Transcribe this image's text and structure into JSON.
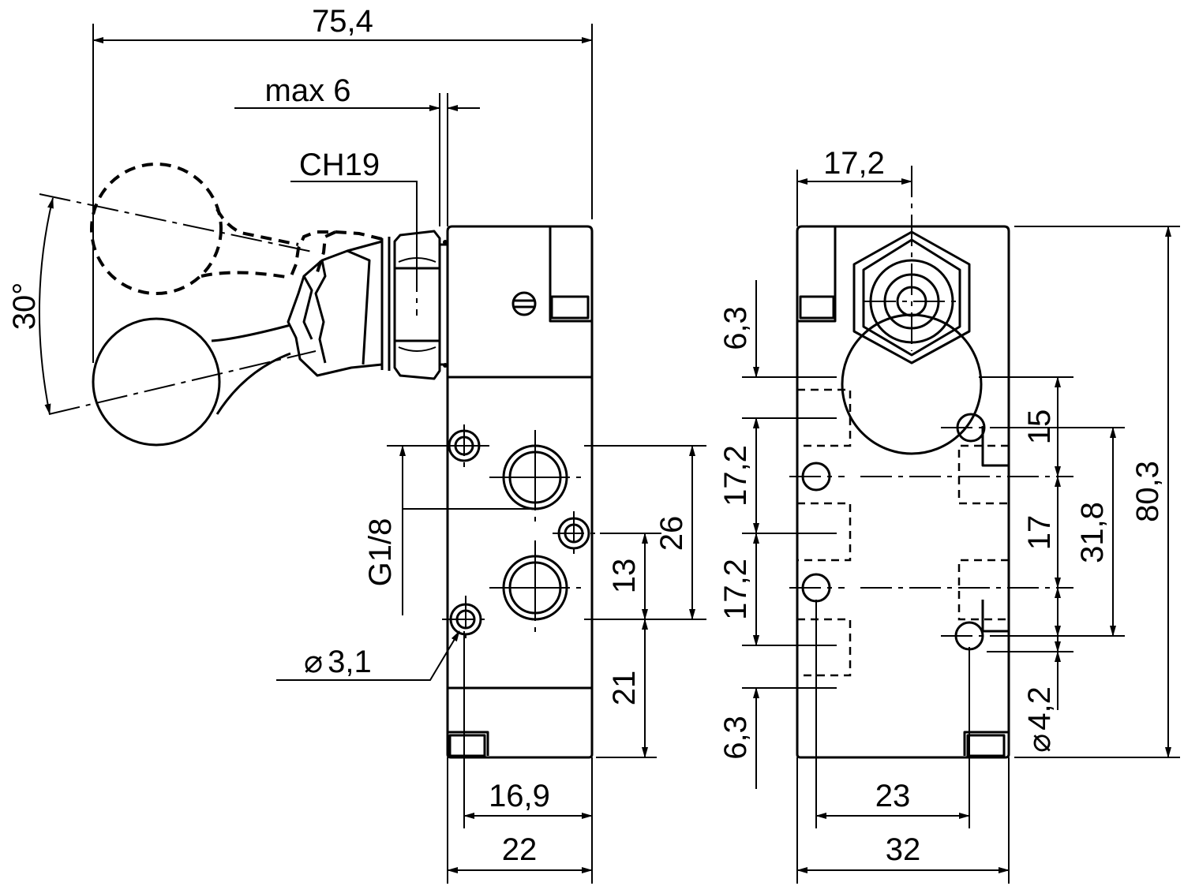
{
  "dimensions": {
    "overall_length": "75,4",
    "max_stroke": "max 6",
    "wrench_size": "CH19",
    "lever_angle": "30°",
    "port_thread": "G1/8",
    "mount_hole_side": "3,1",
    "dim_13": "13",
    "dim_26": "26",
    "dim_21": "21",
    "dim_16_9": "16,9",
    "dim_22": "22",
    "dim_17_2_top": "17,2",
    "dim_6_3_top": "6,3",
    "dim_17_2_a": "17,2",
    "dim_17_2_b": "17,2",
    "dim_6_3_bottom": "6,3",
    "dim_15": "15",
    "dim_17": "17",
    "dim_31_8": "31,8",
    "dim_80_3": "80,3",
    "mount_hole_front": "4,2",
    "dim_23": "23",
    "dim_32": "32"
  },
  "symbols": {
    "diameter": "⌀"
  }
}
